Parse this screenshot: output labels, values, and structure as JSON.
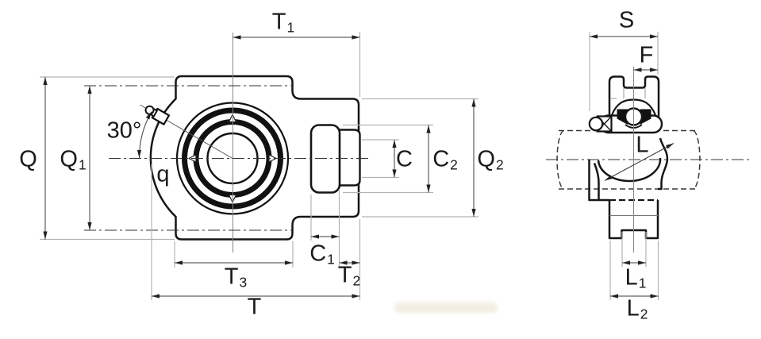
{
  "drawing": {
    "type": "bearing take-up unit dimension drawing",
    "colors": {
      "line": "#161616",
      "dim": "#3c3c3c",
      "extension": "#b3b3b3",
      "background": "#ffffff",
      "text": "#1a1a1a"
    },
    "labels": {
      "q_height": {
        "main": "Q",
        "sub": ""
      },
      "q1_height": {
        "main": "Q",
        "sub": "1"
      },
      "angle": {
        "main": "30°",
        "sub": ""
      },
      "q_diag": {
        "main": "q",
        "sub": ""
      },
      "t1_width": {
        "main": "T",
        "sub": "1"
      },
      "c_dim": {
        "main": "C",
        "sub": ""
      },
      "c2_dim": {
        "main": "C",
        "sub": "2"
      },
      "q2_height": {
        "main": "Q",
        "sub": "2"
      },
      "c1_dim": {
        "main": "C",
        "sub": "1"
      },
      "t3_width": {
        "main": "T",
        "sub": "3"
      },
      "t2_width": {
        "main": "T",
        "sub": "2"
      },
      "t_width": {
        "main": "T",
        "sub": ""
      },
      "s_width": {
        "main": "S",
        "sub": ""
      },
      "f_dim": {
        "main": "F",
        "sub": ""
      },
      "l_dim": {
        "main": "L",
        "sub": ""
      },
      "l1_dim": {
        "main": "L",
        "sub": "1"
      },
      "l2_dim": {
        "main": "L",
        "sub": "2"
      }
    }
  }
}
